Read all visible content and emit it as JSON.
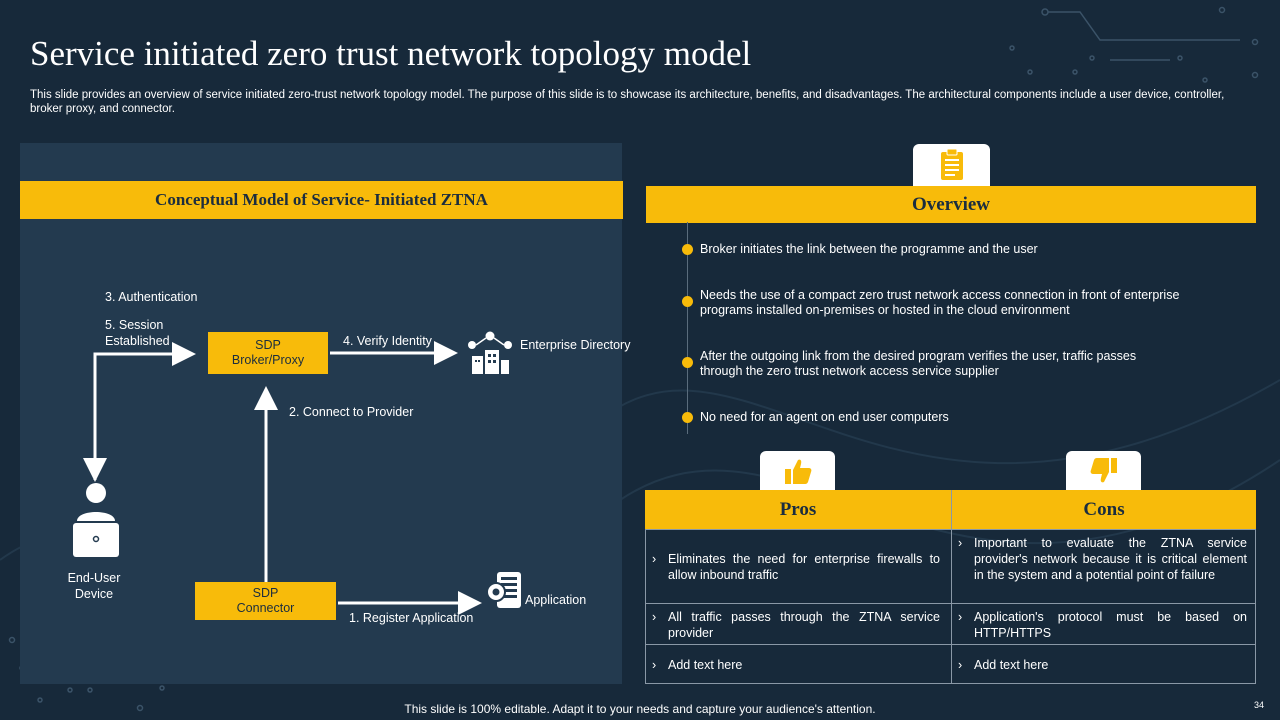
{
  "slide": {
    "title": "Service initiated zero trust network topology model",
    "subtitle": "This slide provides an overview of service initiated zero-trust network topology model. The purpose of this slide is to showcase its architecture, benefits, and disadvantages. The architectural components include a user device, controller, broker proxy,  and connector.",
    "footer": "This slide is 100% editable. Adapt it to your needs and capture your audience's attention.",
    "page_number": "34"
  },
  "diagram": {
    "header": "Conceptual Model of Service- Initiated ZTNA",
    "sdp_broker": "SDP Broker/Proxy",
    "sdp_connector": "SDP Connector",
    "enterprise_directory": "Enterprise Directory",
    "application": "Application",
    "end_user_device": "End-User Device",
    "step_authentication": "3. Authentication",
    "step_session_1": "5. Session",
    "step_session_2": "Established",
    "step_verify": "4. Verify Identity",
    "step_connect": "2. Connect to Provider",
    "step_register": "1. Register Application"
  },
  "overview": {
    "header": "Overview",
    "items": [
      "Broker initiates the link between the programme and the user",
      "Needs the use of a compact zero trust network access connection in front of enterprise programs installed on-premises or hosted in the cloud environment",
      "After the outgoing link from the desired program verifies the user, traffic passes through the zero trust network access service supplier",
      "No need for an agent on end user computers"
    ]
  },
  "pros_cons": {
    "pros_header": "Pros",
    "cons_header": "Cons",
    "chevron": "›",
    "pros": [
      "Eliminates the need for enterprise firewalls to allow inbound traffic",
      "All traffic passes through the ZTNA service provider",
      "Add text here"
    ],
    "cons": [
      "Important to evaluate the ZTNA service provider's network because it is critical element in the system and a potential point of failure",
      "Application's protocol must be based on HTTP/HTTPS",
      "Add text here"
    ]
  },
  "colors": {
    "background": "#17293a",
    "panel": "#233a4f",
    "accent": "#f8bb0a",
    "header_text": "#1b2d3f"
  },
  "icons": {
    "overview_tab": "clipboard-icon",
    "pros_tab": "thumbs-up-icon",
    "cons_tab": "thumbs-down-icon",
    "directory": "enterprise-directory-icon",
    "application": "application-gear-icon",
    "user": "user-laptop-icon"
  }
}
